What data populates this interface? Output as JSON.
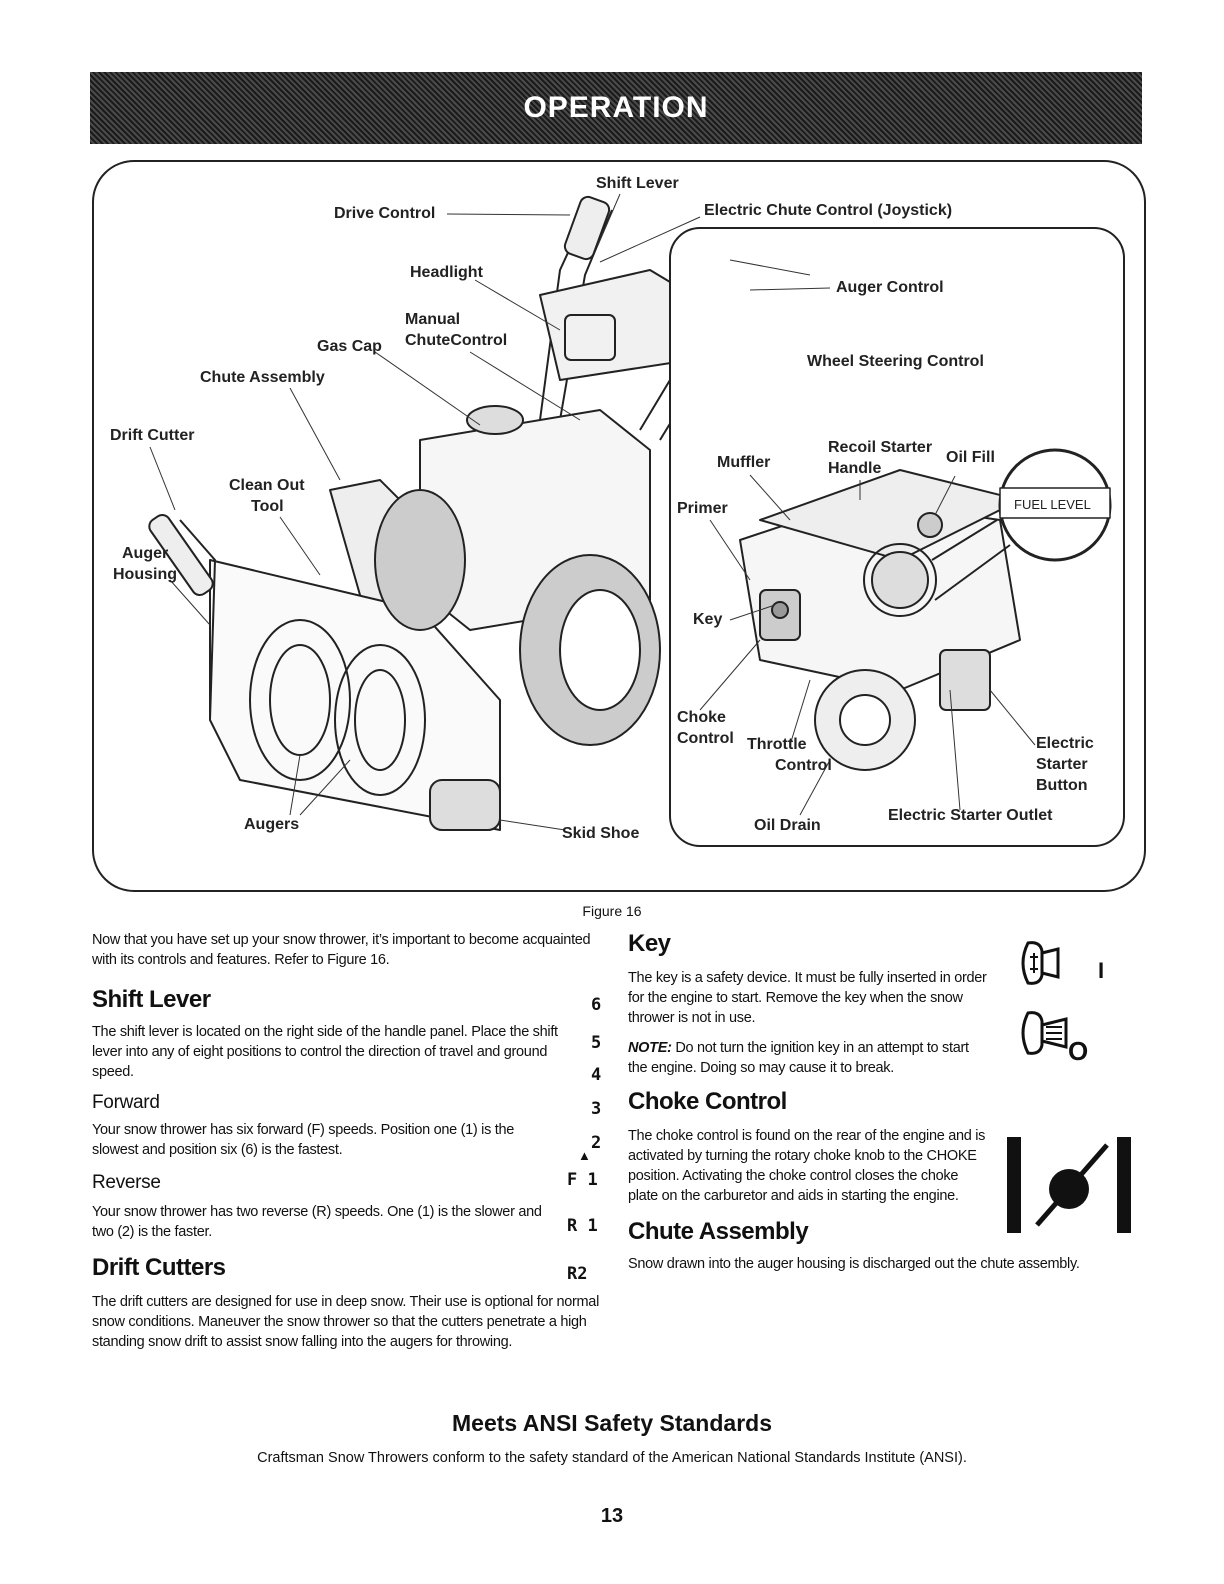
{
  "banner": {
    "title": "OPERATION"
  },
  "figure": {
    "caption": "Figure 16",
    "labels": {
      "shift_lever": "Shift Lever",
      "drive_control": "Drive Control",
      "electric_chute": "Electric Chute Control (Joystick)",
      "headlight": "Headlight",
      "auger_control": "Auger Control",
      "manual_chute_1": "Manual",
      "manual_chute_2": "ChuteControl",
      "gas_cap": "Gas Cap",
      "wheel_steering": "Wheel Steering Control",
      "chute_assembly": "Chute Assembly",
      "drift_cutter": "Drift Cutter",
      "clean_out_1": "Clean Out",
      "clean_out_2": "Tool",
      "auger_housing_1": "Auger",
      "auger_housing_2": "Housing",
      "augers": "Augers",
      "skid_shoe": "Skid Shoe",
      "muffler": "Muffler",
      "recoil_1": "Recoil Starter",
      "recoil_2": "Handle",
      "oil_fill": "Oil Fill",
      "fuel_level": "FUEL LEVEL",
      "primer": "Primer",
      "key": "Key",
      "choke_1": "Choke",
      "choke_2": "Control",
      "throttle_1": "Throttle",
      "throttle_2": "Control",
      "electric_starter_1": "Electric",
      "electric_starter_2": "Starter",
      "electric_starter_3": "Button",
      "oil_drain": "Oil Drain",
      "starter_outlet": "Electric Starter Outlet"
    }
  },
  "left": {
    "intro": "Now that you have set up your snow thrower, it’s important to become acquainted with its controls and features. Refer to Figure 16.",
    "shift_title": "Shift Lever",
    "shift_body": "The shift lever is located on the right side of the handle panel. Place the shift lever into any of eight positions to control the direction of travel and ground speed.",
    "forward_title": "Forward",
    "forward_body": "Your snow thrower has six forward (F) speeds. Position one (1) is the slowest and position six (6) is the fastest.",
    "reverse_title": "Reverse",
    "reverse_body": "Your snow thrower has two reverse (R) speeds. One (1) is the slower and two (2) is the faster.",
    "drift_title": "Drift Cutters",
    "drift_body": "The drift cutters are designed for use in deep snow. Their use is optional for normal snow conditions. Maneuver the snow thrower so that the cutters penetrate a high standing snow drift to assist snow falling into the augers for throwing."
  },
  "gears": [
    "6",
    "5",
    "4",
    "3",
    "2",
    "F 1",
    "R 1",
    "R2"
  ],
  "right": {
    "key_title": "Key",
    "key_body": "The key is a safety device. It must be fully inserted in order for the engine to start. Remove the key when the snow thrower is not in use.",
    "note_label": "NOTE:",
    "note_body": " Do not turn the ignition key in an attempt to start the engine. Doing so may cause it to break.",
    "choke_title": "Choke Control",
    "choke_body": "The choke control is found on the rear of the engine and is activated by turning the rotary choke knob to the CHOKE position. Activating the choke control closes the choke plate on the carburetor and aids in starting the engine.",
    "chute_title": "Chute Assembly",
    "chute_body": "Snow drawn into the auger housing is discharged out the chute assembly.",
    "key_on_symbol": "I",
    "key_off_symbol": "O"
  },
  "ansi": {
    "title": "Meets ANSI Safety Standards",
    "body": "Craftsman Snow Throwers conform to the safety standard of the American National Standards Institute (ANSI)."
  },
  "page_number": "13"
}
